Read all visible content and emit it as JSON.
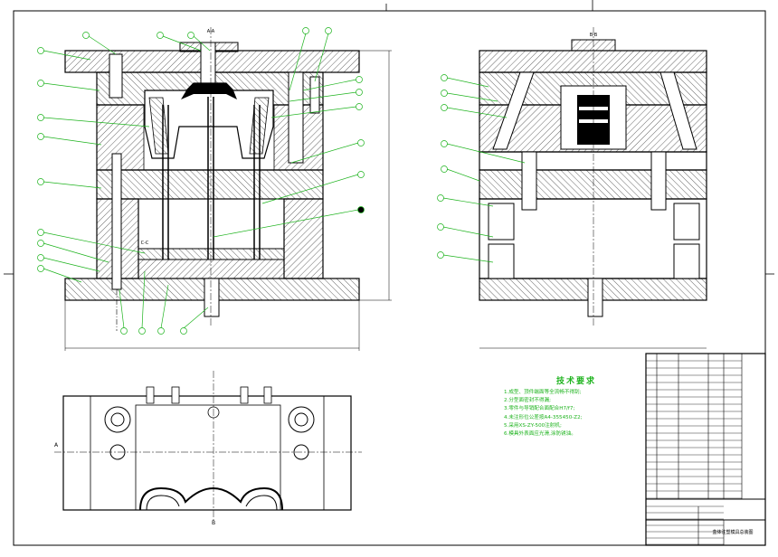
{
  "section_labels": {
    "front_cut": "A-A",
    "side_cut": "B-B",
    "detail_cut": "C-C",
    "plan_a": "A",
    "plan_b": "B"
  },
  "technical_requirements": {
    "title": "技术要求",
    "items": [
      "1.成型、顶件端面等全流畅不得刮;",
      "2.分型面密封不得漏;",
      "3.零件与导销配合面配合H7/f7;",
      "4.未注形位公差按A4-355450-Z2;",
      "5.采用XS-ZY-500注射机;",
      "6.模具外表面应光滑,涂防锈油。"
    ]
  },
  "title_block": {
    "drawing_title": "盒体注塑模具总装图"
  },
  "colors": {
    "line": "#000000",
    "leader": "#1db31d",
    "hatch": "#000000",
    "text": "#1db31d",
    "border": "#000000"
  }
}
